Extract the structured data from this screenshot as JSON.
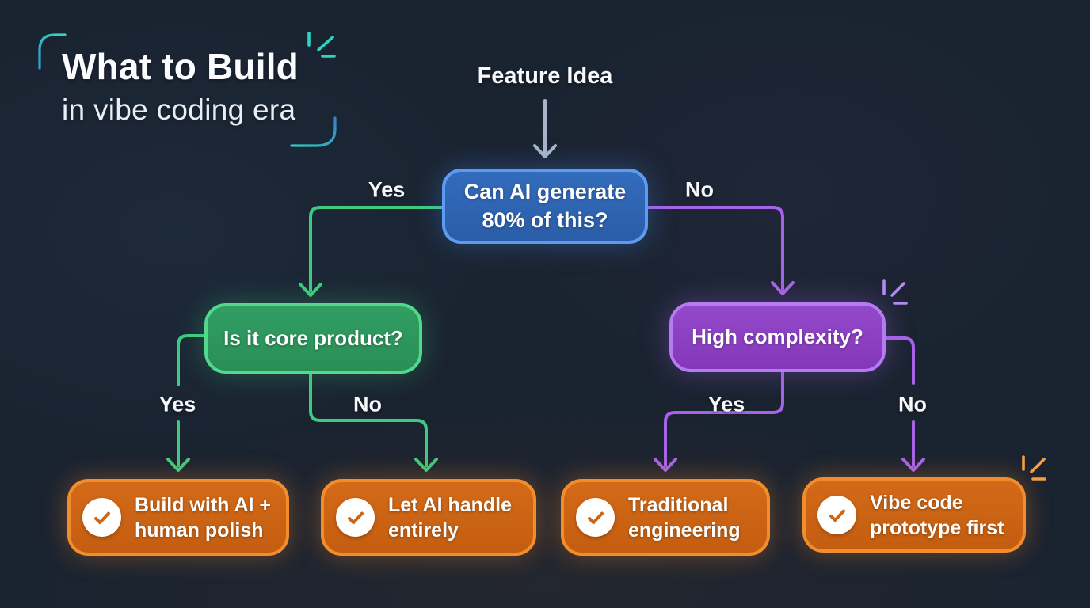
{
  "title": {
    "heading": "What to Build",
    "subheading": "in vibe coding era"
  },
  "flowchart": {
    "start": {
      "label": "Feature Idea"
    },
    "decisions": [
      {
        "id": "can-ai-generate",
        "question": "Can AI generate 80% of this?",
        "yes_label": "Yes",
        "no_label": "No",
        "fill": "#2e64b2",
        "border": "#5b9cf0"
      },
      {
        "id": "is-core-product",
        "question": "Is it core product?",
        "yes_label": "Yes",
        "no_label": "No",
        "fill": "#2f9c60",
        "border": "#52d98c"
      },
      {
        "id": "high-complexity",
        "question": "High complexity?",
        "yes_label": "Yes",
        "no_label": "No",
        "fill": "#8d42c4",
        "border": "#b57bf0"
      }
    ],
    "outcomes": [
      {
        "id": "build-with-ai-human-polish",
        "label": "Build with AI + human polish"
      },
      {
        "id": "let-ai-handle-entirely",
        "label": "Let AI handle entirely"
      },
      {
        "id": "traditional-engineering",
        "label": "Traditional engineering"
      },
      {
        "id": "vibe-code-prototype-first",
        "label": "Vibe code prototype first"
      }
    ]
  },
  "icons": {
    "check_icon": "✓",
    "sparkle_icon": "burst-dashes"
  },
  "colors": {
    "background": "#1a2330",
    "text": "#ffffff",
    "blue_fill": "#2e64b2",
    "blue_border": "#5b9cf0",
    "green_fill": "#2f9c60",
    "green_border": "#52d98c",
    "green_line": "#3ecb7e",
    "purple_fill": "#8d42c4",
    "purple_border": "#b57bf0",
    "purple_line": "#a763e8",
    "orange_fill": "#cc6415",
    "orange_border": "#f08e2e",
    "orange_check": "#cf6414",
    "start_arrow": "#a9b4c8",
    "teal_accent": "#2dd4bf",
    "orange_accent": "#f59f45"
  }
}
